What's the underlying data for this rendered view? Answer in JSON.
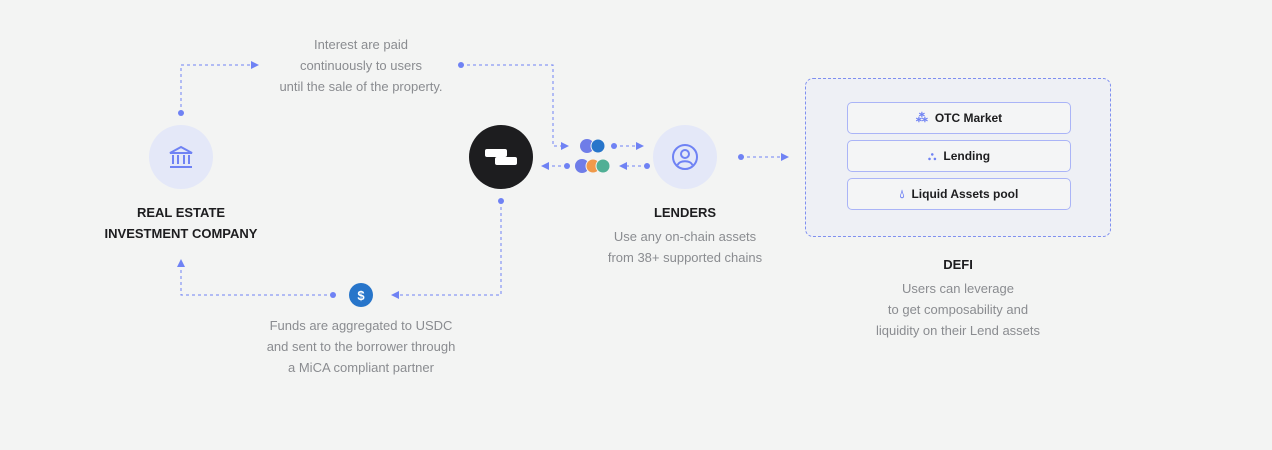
{
  "nodes": {
    "company": {
      "label_line1": "REAL ESTATE",
      "label_line2": "INVESTMENT COMPANY",
      "icon": "bank-icon"
    },
    "protocol": {
      "icon": "logo-icon"
    },
    "lenders": {
      "label": "LENDERS",
      "desc_line1": "Use any on-chain assets",
      "desc_line2": "from 38+ supported chains",
      "icon": "user-icon"
    },
    "defi": {
      "label": "DEFI",
      "desc_line1": "Users can leverage",
      "desc_line2": "to get composability and",
      "desc_line3": "liquidity on their Lend assets",
      "items": [
        {
          "label": "OTC Market",
          "icon": "otc-icon"
        },
        {
          "label": "Lending",
          "icon": "lending-icon"
        },
        {
          "label": "Liquid Assets pool",
          "icon": "droplet-icon"
        }
      ]
    }
  },
  "annotations": {
    "interest": {
      "line1": "Interest are paid",
      "line2": "continuously to users",
      "line3": "until the sale of the property."
    },
    "funds": {
      "line1": "Funds are aggregated to USDC",
      "line2": "and sent to the borrower through",
      "line3": "a MiCA compliant partner"
    }
  },
  "colors": {
    "accent": "#6f82f4",
    "circle_bg": "#e4e8f8",
    "dark": "#1d1d1f",
    "usdc": "#2775ca"
  }
}
